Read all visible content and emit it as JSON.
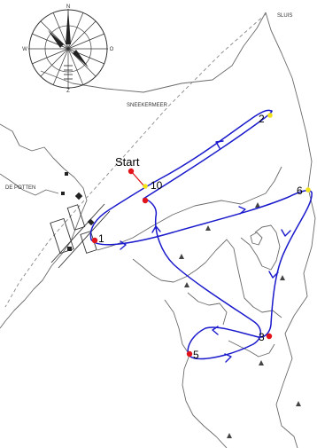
{
  "map": {
    "place_labels": {
      "lake": "SNEEKERMEER",
      "village": "DE POTTEN",
      "lock": "SLUIS"
    },
    "compass": {
      "north": "N",
      "south": "Z",
      "east": "O",
      "west": "W"
    },
    "start_label": "Start",
    "marks": [
      {
        "label": "1",
        "color": "#e0141a"
      },
      {
        "label": "2",
        "color": "#f2e21a"
      },
      {
        "label": "3",
        "color": "#e0141a"
      },
      {
        "label": "5",
        "color": "#e0141a"
      },
      {
        "label": "6",
        "color": "#f2e21a"
      },
      {
        "label": "10",
        "color": "#f2e21a"
      }
    ],
    "colors": {
      "course": "#1a1acc",
      "shoreline": "#6a6a6a",
      "start_marker": "#e0141a",
      "start_line": "#e0141a"
    }
  }
}
